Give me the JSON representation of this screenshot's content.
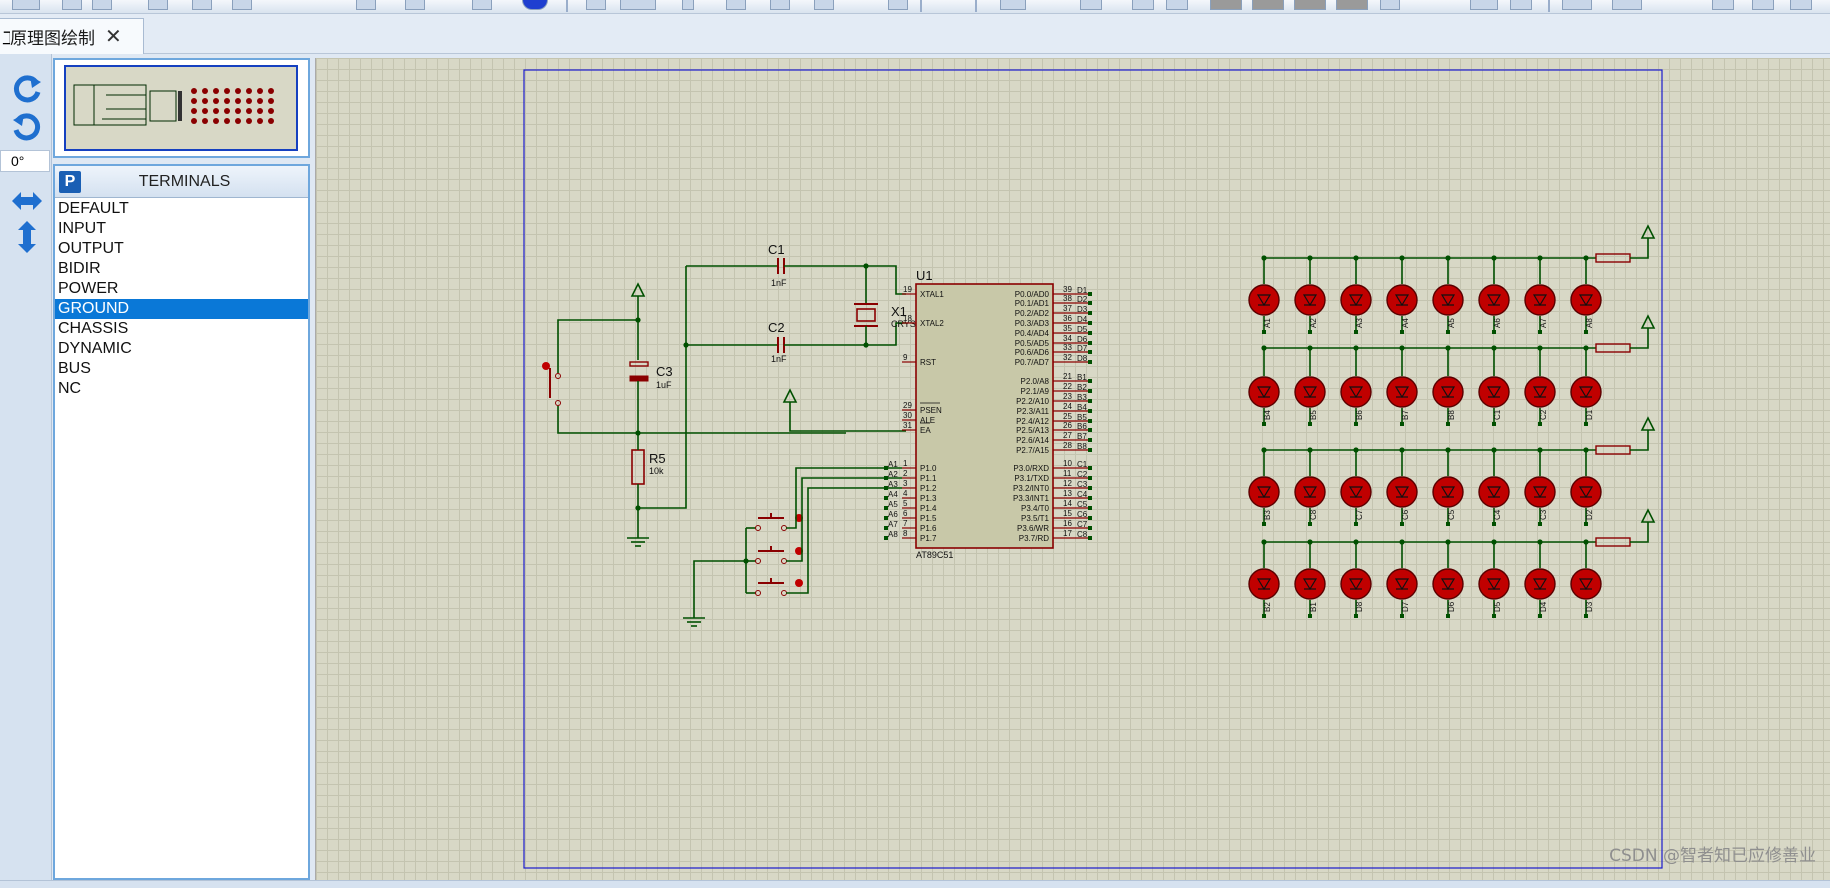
{
  "tab": {
    "label": "原理图绘制",
    "prefix": "工"
  },
  "left_tools": {
    "angle": "0°"
  },
  "terminals": {
    "badge": "P",
    "title": "TERMINALS",
    "items": [
      "DEFAULT",
      "INPUT",
      "OUTPUT",
      "BIDIR",
      "POWER",
      "GROUND",
      "CHASSIS",
      "DYNAMIC",
      "BUS",
      "NC"
    ],
    "selected": "GROUND"
  },
  "schematic": {
    "c1": {
      "ref": "C1",
      "value": "1nF"
    },
    "c2": {
      "ref": "C2",
      "value": "1nF"
    },
    "c3": {
      "ref": "C3",
      "value": "1uF"
    },
    "r5": {
      "ref": "R5",
      "value": "10k"
    },
    "x1": {
      "ref": "X1",
      "value": "CRYSTAL"
    },
    "u1": {
      "ref": "U1",
      "part": "AT89C51",
      "left_pins": [
        {
          "num": "19",
          "name": "XTAL1"
        },
        {
          "num": "18",
          "name": "XTAL2"
        },
        {
          "num": "9",
          "name": "RST"
        },
        {
          "num": "29",
          "name": "PSEN"
        },
        {
          "num": "30",
          "name": "ALE"
        },
        {
          "num": "31",
          "name": "EA"
        },
        {
          "num": "1",
          "name": "P1.0",
          "net": "A1"
        },
        {
          "num": "2",
          "name": "P1.1",
          "net": "A2"
        },
        {
          "num": "3",
          "name": "P1.2",
          "net": "A3"
        },
        {
          "num": "4",
          "name": "P1.3",
          "net": "A4"
        },
        {
          "num": "5",
          "name": "P1.4",
          "net": "A5"
        },
        {
          "num": "6",
          "name": "P1.5",
          "net": "A6"
        },
        {
          "num": "7",
          "name": "P1.6",
          "net": "A7"
        },
        {
          "num": "8",
          "name": "P1.7",
          "net": "A8"
        }
      ],
      "right_pins": [
        {
          "num": "39",
          "name": "P0.0/AD0",
          "net": "D1"
        },
        {
          "num": "38",
          "name": "P0.1/AD1",
          "net": "D2"
        },
        {
          "num": "37",
          "name": "P0.2/AD2",
          "net": "D3"
        },
        {
          "num": "36",
          "name": "P0.3/AD3",
          "net": "D4"
        },
        {
          "num": "35",
          "name": "P0.4/AD4",
          "net": "D5"
        },
        {
          "num": "34",
          "name": "P0.5/AD5",
          "net": "D6"
        },
        {
          "num": "33",
          "name": "P0.6/AD6",
          "net": "D7"
        },
        {
          "num": "32",
          "name": "P0.7/AD7",
          "net": "D8"
        },
        {
          "num": "21",
          "name": "P2.0/A8",
          "net": "B1"
        },
        {
          "num": "22",
          "name": "P2.1/A9",
          "net": "B2"
        },
        {
          "num": "23",
          "name": "P2.2/A10",
          "net": "B3"
        },
        {
          "num": "24",
          "name": "P2.3/A11",
          "net": "B4"
        },
        {
          "num": "25",
          "name": "P2.4/A12",
          "net": "B5"
        },
        {
          "num": "26",
          "name": "P2.5/A13",
          "net": "B6"
        },
        {
          "num": "27",
          "name": "P2.6/A14",
          "net": "B7"
        },
        {
          "num": "28",
          "name": "P2.7/A15",
          "net": "B8"
        },
        {
          "num": "10",
          "name": "P3.0/RXD",
          "net": "C1"
        },
        {
          "num": "11",
          "name": "P3.1/TXD",
          "net": "C2"
        },
        {
          "num": "12",
          "name": "P3.2/INT0",
          "net": "C3"
        },
        {
          "num": "13",
          "name": "P3.3/INT1",
          "net": "C4"
        },
        {
          "num": "14",
          "name": "P3.4/T0",
          "net": "C5"
        },
        {
          "num": "15",
          "name": "P3.5/T1",
          "net": "C6"
        },
        {
          "num": "16",
          "name": "P3.6/WR",
          "net": "C7"
        },
        {
          "num": "17",
          "name": "P3.7/RD",
          "net": "C8"
        }
      ]
    },
    "led_rows": [
      [
        "A1",
        "A2",
        "A3",
        "A4",
        "A5",
        "A6",
        "A7",
        "A8"
      ],
      [
        "B4",
        "B5",
        "B6",
        "B7",
        "B8",
        "C1",
        "C2",
        "D1"
      ],
      [
        "B3",
        "C8",
        "C7",
        "C6",
        "C5",
        "C4",
        "C3",
        "D2"
      ],
      [
        "B2",
        "B1",
        "D8",
        "D7",
        "D6",
        "D5",
        "D4",
        "D3"
      ]
    ]
  },
  "watermark": "CSDN @智者知已应修善业",
  "colors": {
    "wire": "#005000",
    "part": "#8a0000",
    "led": "#c00000",
    "selected": "#0a78d7",
    "sheet_border": "#1a1acc"
  }
}
